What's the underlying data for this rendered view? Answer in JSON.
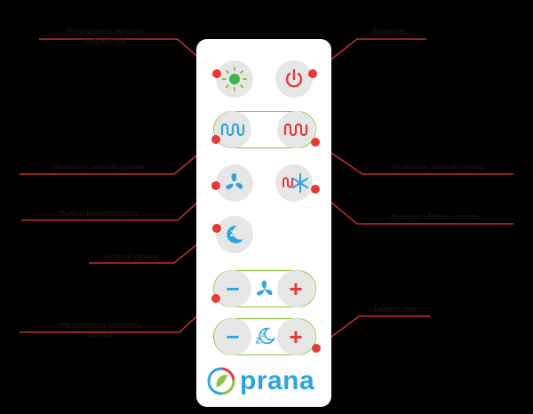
{
  "brand": {
    "name": "prana"
  },
  "labels": {
    "top_left_line1": "Регулировка яркости",
    "top_left_line2": "индикатора",
    "top_right": "Включить",
    "mid_left": "Включить зимний режим",
    "mid_right": "Включить зимний режим",
    "fan_left": "Выбор вентиляторов",
    "fan_right": "Функция «Мини-нагрев»",
    "night": "Ночной режим",
    "bottom_left_line1": "Регулировка скорости",
    "bottom_left_line2": "потока",
    "bottom_right": "Таймер сна"
  },
  "icons": {
    "brightness": "brightness-icon",
    "power": "power-icon",
    "heat_blue": "heat-wave-icon",
    "heat_red": "heat-wave-icon",
    "fan": "fan-icon",
    "mini_heat": "mini-heat-snowflake-icon",
    "night": "night-moon-icon",
    "minus": "minus-icon",
    "plus": "plus-icon",
    "sleep": "sleep-icon",
    "logo": "prana-logo-icon"
  },
  "colors": {
    "accent_red": "#e53935",
    "accent_green": "#8cc63f",
    "accent_blue": "#2fa4dc",
    "button_gray": "#e6e6e6"
  }
}
